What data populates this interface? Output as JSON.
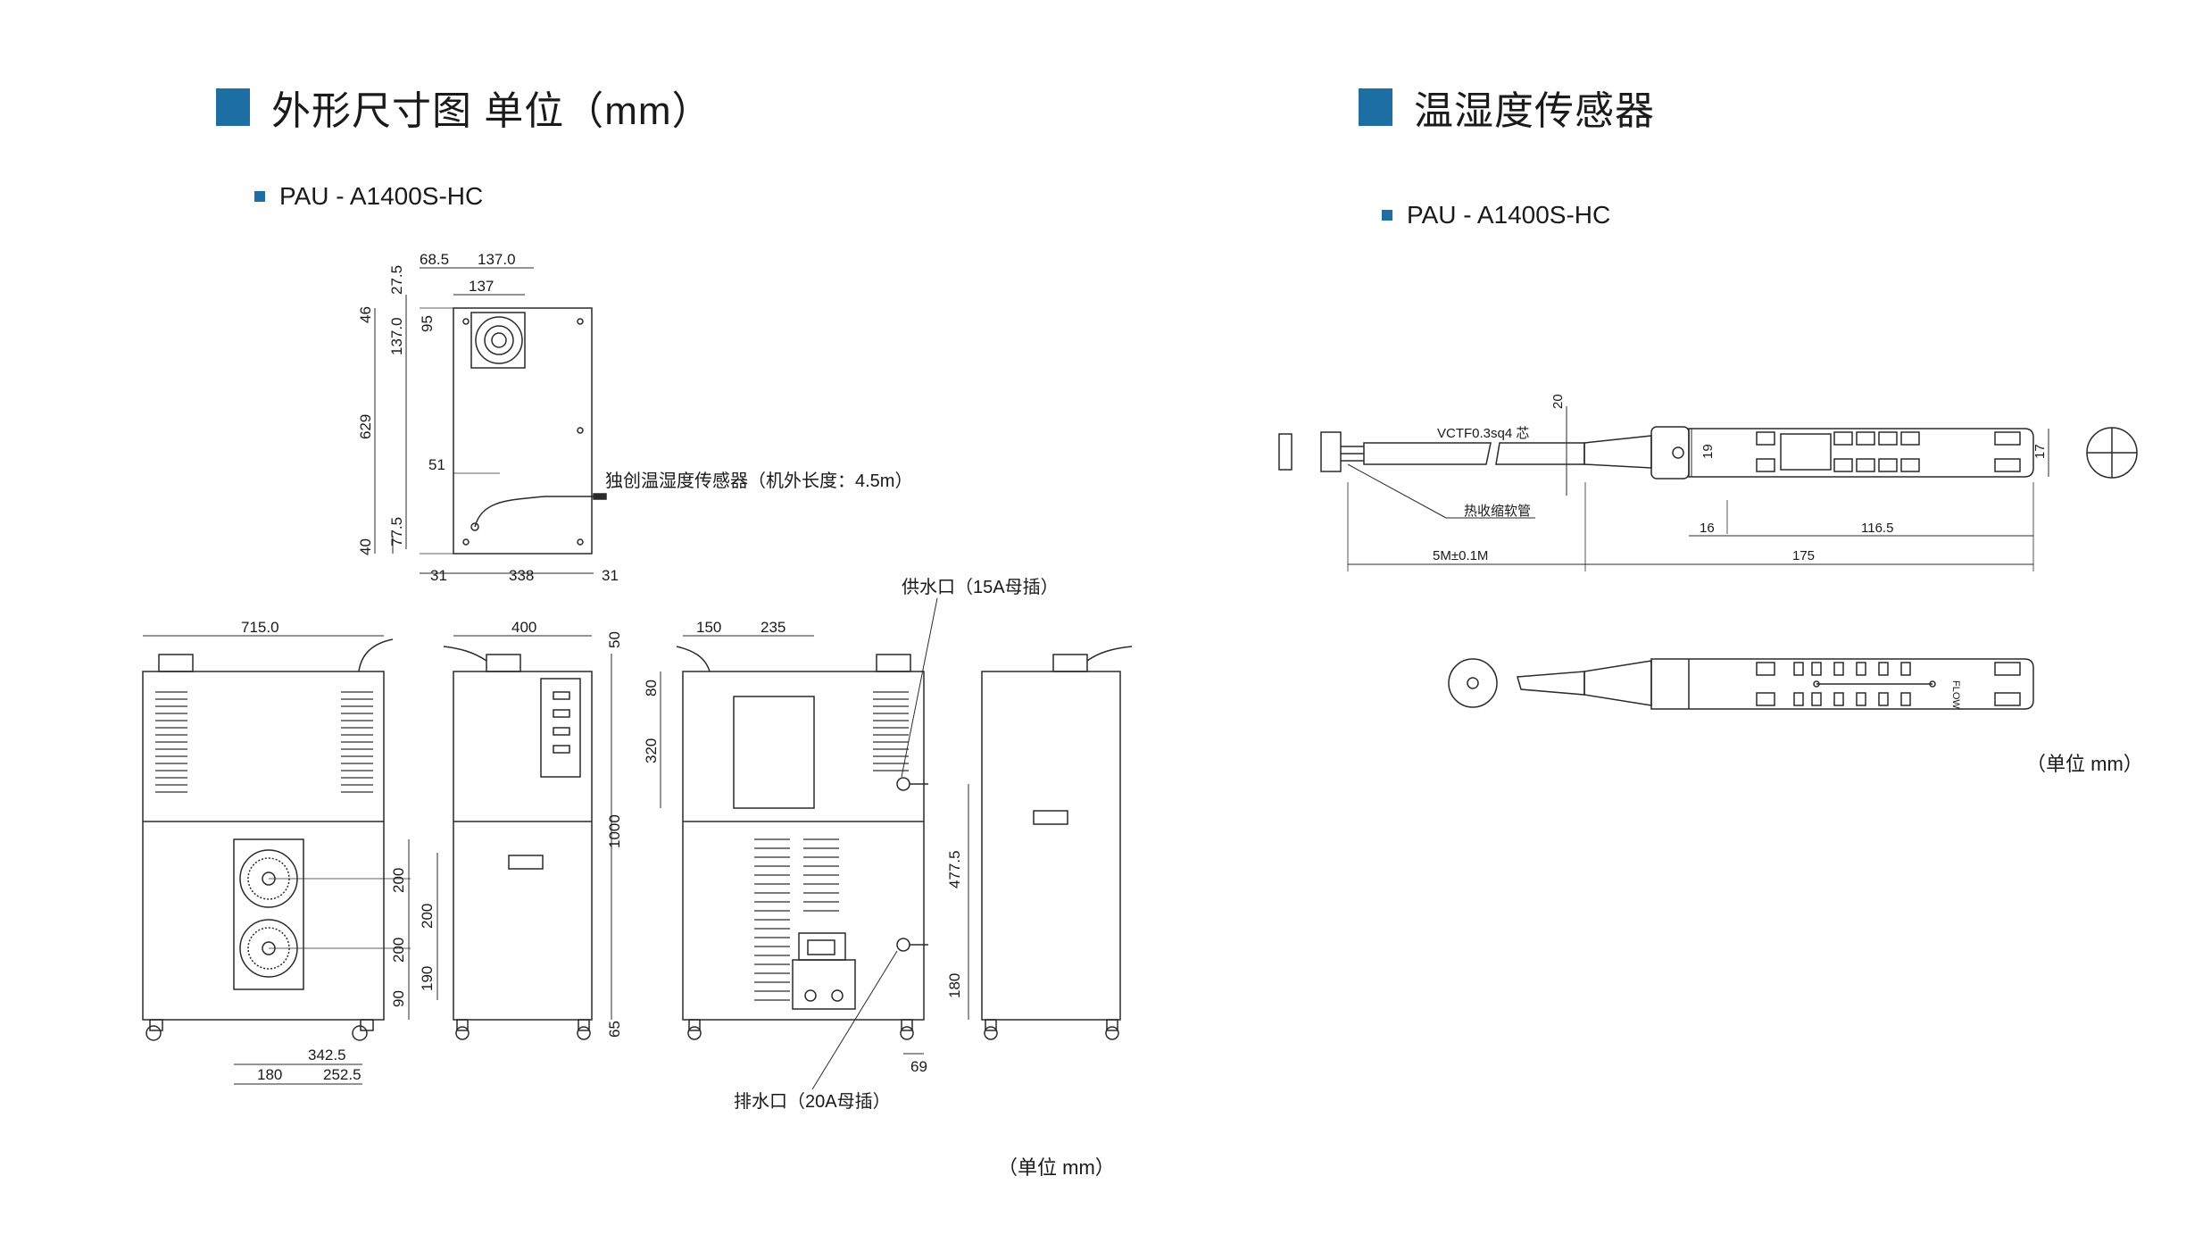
{
  "left_section": {
    "title": "外形尺寸图 单位（mm）",
    "model": "PAU - A1400S-HC",
    "unit_note": "（单位 mm）",
    "top_view_dims": {
      "d68_5": "68.5",
      "d137_0": "137.0",
      "d137": "137",
      "d27_5": "27.5",
      "d46": "46",
      "d95": "95",
      "d137_0_v": "137.0",
      "d629": "629",
      "d51": "51",
      "d77_5": "77.5",
      "d40": "40",
      "d31_l": "31",
      "d338": "338",
      "d31_r": "31"
    },
    "sensor_callout": "独创温湿度传感器（机外长度：4.5m）",
    "front_dims": {
      "d715": "715.0",
      "d200a": "200",
      "d200b": "200",
      "d200c": "200",
      "d190": "190",
      "d90": "90",
      "d342_5": "342.5",
      "d180": "180",
      "d252_5": "252.5"
    },
    "side_dims": {
      "d400": "400",
      "d50": "50",
      "d1000": "1000",
      "d65": "65"
    },
    "back_dims": {
      "d150": "150",
      "d235": "235",
      "d80": "80",
      "d320": "320",
      "d477_5": "477.5",
      "d180": "180",
      "d69": "69"
    },
    "supply_label": "供水口（15A母插）",
    "drain_label": "排水口（20A母插）"
  },
  "right_section": {
    "title": "温湿度传感器",
    "model": "PAU - A1400S-HC",
    "unit_note": "（单位 mm）",
    "cable_label": "VCTF0.3sq4 芯",
    "tube_label": "热收缩软管",
    "dims": {
      "d20": "20",
      "d19": "19",
      "d17": "17",
      "d16": "16",
      "d116_5": "116.5",
      "d5m": "5M±0.1M",
      "d175": "175"
    },
    "flow_label": "FLOW"
  },
  "colors": {
    "accent": "#1d6fa3",
    "line": "#2a2a2a"
  }
}
